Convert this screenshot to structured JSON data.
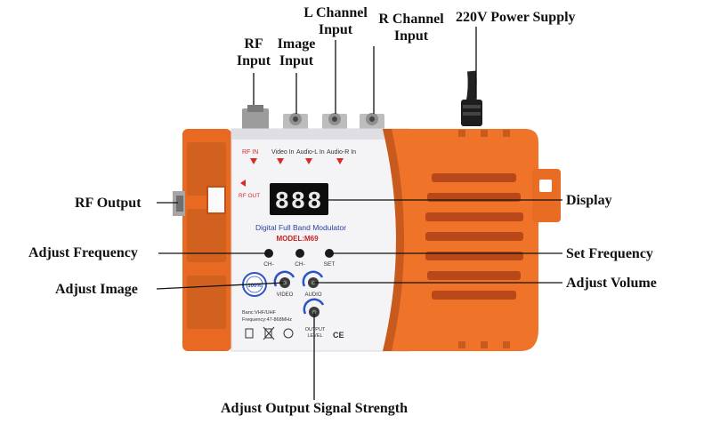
{
  "callouts": {
    "rf_input": [
      "RF",
      "Input"
    ],
    "image_input": [
      "Image",
      "Input"
    ],
    "l_channel_input": [
      "L Channel",
      "Input"
    ],
    "r_channel_input": [
      "R Channel",
      "Input"
    ],
    "power_supply": "220V Power Supply",
    "rf_output": "RF Output",
    "display": "Display",
    "adjust_frequency": "Adjust Frequency",
    "set_frequency": "Set Frequency",
    "adjust_image": "Adjust Image",
    "adjust_volume": "Adjust Volume",
    "adjust_output_signal_strength": "Adjust Output Signal Strength"
  },
  "panel": {
    "port_labels": [
      "RF IN",
      "Video In",
      "Audio-L In",
      "Audio-R In"
    ],
    "rf_out_label": "RF OUT",
    "display_digits": "888",
    "product_name": "Digital Full Band Modulator",
    "model": "MODEL:M69",
    "button_labels": [
      "CH-",
      "CH-",
      "SET"
    ],
    "knob_labels": [
      "VIDEO",
      "AUDIO"
    ],
    "output_level_label": [
      "OUTPUT",
      "LEVEL"
    ],
    "quality_seal": "100%",
    "band_text": [
      "Banc:VHF/UHF",
      "Frequency:47-868MHz"
    ],
    "ce_mark": "CE"
  },
  "colors": {
    "housing_orange": "#f0732a",
    "housing_dark": "#c75a1c",
    "panel_face": "#f4f4f6",
    "label_red": "#d42a2a",
    "display_bg": "#0d0d0d",
    "knob_ring": "#2b52c9"
  }
}
